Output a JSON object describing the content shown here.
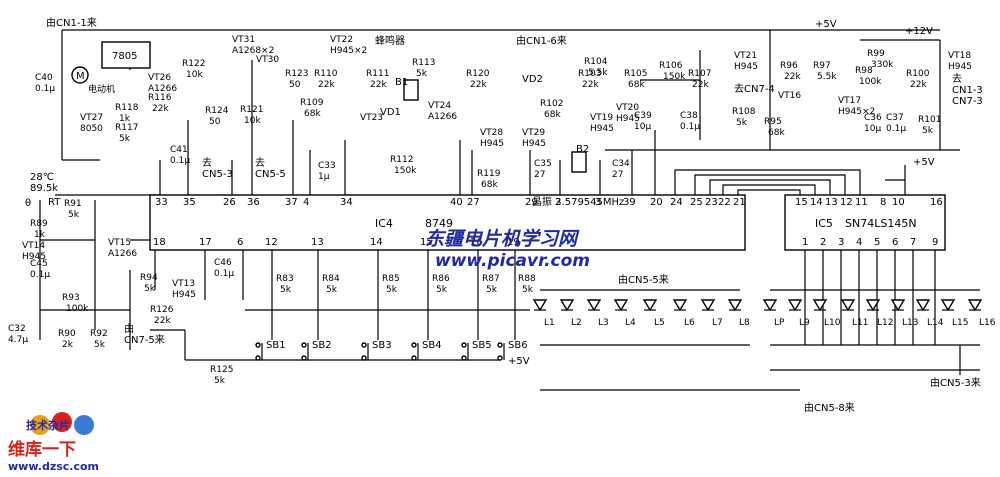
{
  "labels": {
    "from_cn1_1": "由CN1-1来",
    "from_cn1_6": "由CN1-6来",
    "from_cn5_5": "由CN5-5来",
    "from_cn5_8": "由CN5-8来",
    "from_cn5_3": "由CN5-3来",
    "from_cn7_5": "由\nCN7-5来",
    "to_cn5_3": "去\nCN5-3",
    "to_cn5_5": "去\nCN5-5",
    "to_cn7_4": "去CN7-4",
    "to_cn1_3": "去\nCN1-3\nCN7-3",
    "plus5v_top": "+5V",
    "plus12v": "+12V",
    "plus5v_ic5": "+5V",
    "plus5v_btn": "+5V",
    "buzzer": "蜂鸣器",
    "temp": "28℃\n89.5k",
    "crystal": "晶振 3.579545MHz"
  },
  "ics": {
    "u7805": "7805",
    "ic4": "IC4",
    "ic4_part": "8749",
    "ic5": "IC5",
    "ic5_part": "SN74LS145N"
  },
  "ic4_top_pins": [
    "33",
    "35",
    "26",
    "36",
    "37",
    "4",
    "34",
    "40",
    "27",
    "29",
    "2",
    "3",
    "39",
    "20"
  ],
  "ic4_bottom_pins": [
    "18",
    "17",
    "6",
    "12",
    "13",
    "14",
    "15",
    "16",
    "19"
  ],
  "ic5_top_pins": [
    "15",
    "14",
    "13",
    "12",
    "11",
    "8",
    "10",
    "16"
  ],
  "ic5_bottom_pins": [
    "1",
    "2",
    "3",
    "4",
    "5",
    "6",
    "7",
    "9"
  ],
  "ic4_ic5_link_pins": [
    "24",
    "25",
    "23",
    "22",
    "21"
  ],
  "transistors": [
    {
      "id": "VT27",
      "part": "8050"
    },
    {
      "id": "VT26",
      "part": "A1266"
    },
    {
      "id": "VT31",
      "part": "A1268×2"
    },
    {
      "id": "VT30",
      "part": ""
    },
    {
      "id": "VT22",
      "part": "H945×2"
    },
    {
      "id": "VT23",
      "part": ""
    },
    {
      "id": "VT24",
      "part": "A1266"
    },
    {
      "id": "VT28",
      "part": "H945"
    },
    {
      "id": "VT29",
      "part": "H945"
    },
    {
      "id": "VT19",
      "part": "H945"
    },
    {
      "id": "VT20",
      "part": "H945"
    },
    {
      "id": "VT21",
      "part": "H945"
    },
    {
      "id": "VT16",
      "part": ""
    },
    {
      "id": "VT17",
      "part": "H945×2"
    },
    {
      "id": "VT18",
      "part": "H945"
    },
    {
      "id": "VT14",
      "part": "H945"
    },
    {
      "id": "VT15",
      "part": "A1266"
    },
    {
      "id": "VT13",
      "part": "H945"
    }
  ],
  "resistors": [
    {
      "id": "R118",
      "val": "1k"
    },
    {
      "id": "R117",
      "val": "5k"
    },
    {
      "id": "R116",
      "val": "22k"
    },
    {
      "id": "R122",
      "val": "10k"
    },
    {
      "id": "R124",
      "val": "50"
    },
    {
      "id": "R121",
      "val": "10k"
    },
    {
      "id": "R123",
      "val": "50"
    },
    {
      "id": "R109",
      "val": "68k"
    },
    {
      "id": "R110",
      "val": "22k"
    },
    {
      "id": "R111",
      "val": "22k"
    },
    {
      "id": "R112",
      "val": "150k"
    },
    {
      "id": "R113",
      "val": "5k"
    },
    {
      "id": "R120",
      "val": "22k"
    },
    {
      "id": "R119",
      "val": "68k"
    },
    {
      "id": "R102",
      "val": "68k"
    },
    {
      "id": "R103",
      "val": "22k"
    },
    {
      "id": "R104",
      "val": "5.5k"
    },
    {
      "id": "R105",
      "val": "68k"
    },
    {
      "id": "R106",
      "val": "150k"
    },
    {
      "id": "R107",
      "val": "22k"
    },
    {
      "id": "R108",
      "val": "5k"
    },
    {
      "id": "R95",
      "val": "68k"
    },
    {
      "id": "R96",
      "val": "22k"
    },
    {
      "id": "R97",
      "val": "5.5k"
    },
    {
      "id": "R99",
      "val": "330k"
    },
    {
      "id": "R98",
      "val": "100k"
    },
    {
      "id": "R100",
      "val": "22k"
    },
    {
      "id": "R101",
      "val": "5k"
    },
    {
      "id": "R91",
      "val": "5k"
    },
    {
      "id": "R89",
      "val": "1k"
    },
    {
      "id": "R94",
      "val": "5k"
    },
    {
      "id": "R93",
      "val": "100k"
    },
    {
      "id": "R90",
      "val": "2k"
    },
    {
      "id": "R92",
      "val": "5k"
    },
    {
      "id": "R126",
      "val": "22k"
    },
    {
      "id": "R125",
      "val": "5k"
    },
    {
      "id": "R83",
      "val": "5k"
    },
    {
      "id": "R84",
      "val": "5k"
    },
    {
      "id": "R85",
      "val": "5k"
    },
    {
      "id": "R86",
      "val": "5k"
    },
    {
      "id": "R87",
      "val": "5k"
    },
    {
      "id": "R88",
      "val": "5k"
    }
  ],
  "capacitors": [
    {
      "id": "C40",
      "val": "0.1μ"
    },
    {
      "id": "C41",
      "val": "0.1μ"
    },
    {
      "id": "C33",
      "val": "1μ"
    },
    {
      "id": "C35",
      "val": "27"
    },
    {
      "id": "C34",
      "val": "27"
    },
    {
      "id": "C39",
      "val": "10μ"
    },
    {
      "id": "C38",
      "val": "0.1μ"
    },
    {
      "id": "C36",
      "val": "10μ"
    },
    {
      "id": "C37",
      "val": "0.1μ"
    },
    {
      "id": "C45",
      "val": "0.1μ"
    },
    {
      "id": "C32",
      "val": "4.7μ"
    },
    {
      "id": "C46",
      "val": "0.1μ"
    }
  ],
  "misc": {
    "motor": "电动机",
    "motor_symbol": "M",
    "rt": "RT",
    "vd1": "VD1",
    "vd2": "VD2",
    "b1": "B1",
    "b2": "B2",
    "theta": "θ"
  },
  "switches": [
    "SB1",
    "SB2",
    "SB3",
    "SB4",
    "SB5",
    "SB6"
  ],
  "leds": [
    "L1",
    "L2",
    "L3",
    "L4",
    "L5",
    "L6",
    "L7",
    "L8",
    "LP",
    "L9",
    "L10",
    "L11",
    "L12",
    "L13",
    "L14",
    "L15",
    "L16"
  ],
  "watermark": {
    "line1": "东疆电片机学习网",
    "line2": "www.picavr.com"
  },
  "logo": {
    "cn": "维库一下",
    "url": "www.dzsc.com",
    "badge": "技术杂片"
  }
}
